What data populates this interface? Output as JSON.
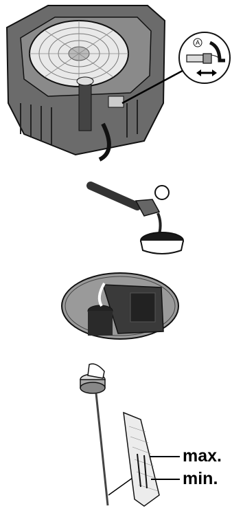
{
  "figure": {
    "callout_label": "A",
    "dipstick_levels": {
      "max_label": "max.",
      "min_label": "min."
    }
  },
  "icons": [
    "engine-illustration",
    "quick-connect-callout",
    "double-arrow-icon",
    "oil-drain-hose-icon",
    "drain-pan-icon",
    "oil-filler-closeup-icon",
    "dipstick-icon",
    "dipstick-closeup-icon"
  ]
}
